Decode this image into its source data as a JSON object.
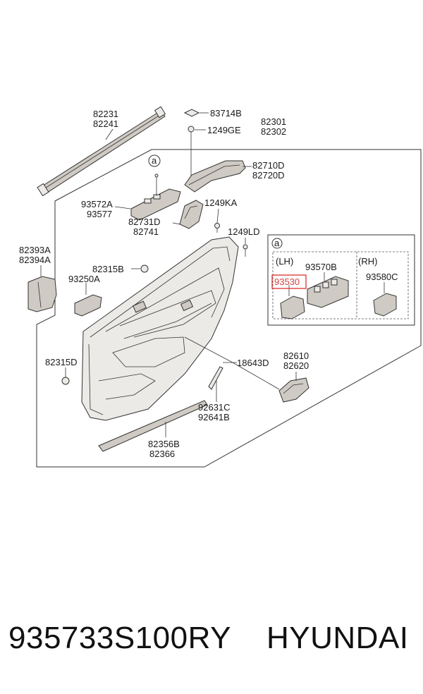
{
  "diagram": {
    "labels": {
      "p82231": "82231",
      "p82241": "82241",
      "p83714B": "83714B",
      "p1249GE": "1249GE",
      "p82301": "82301",
      "p82302": "82302",
      "p82710D": "82710D",
      "p82720D": "82720D",
      "p93572A": "93572A",
      "p93577": "93577",
      "p1249KA": "1249KA",
      "p82731D": "82731D",
      "p82741": "82741",
      "p1249LD": "1249LD",
      "p82393A": "82393A",
      "p82394A": "82394A",
      "p82315B": "82315B",
      "p93250A": "93250A",
      "p82315D": "82315D",
      "p18643D": "18643D",
      "p82610": "82610",
      "p82620": "82620",
      "p92631C": "92631C",
      "p92641B": "92641B",
      "p82356B": "82356B",
      "p82366": "82366",
      "inset_a": "a",
      "inset_lh": "(LH)",
      "inset_rh": "(RH)",
      "p93570B": "93570B",
      "p93530": "93530",
      "p93580C": "93580C",
      "callout_a": "a"
    },
    "highlight_color": "#e03030"
  },
  "footer": {
    "part_number": "935733S100RY",
    "brand": "HYUNDAI"
  }
}
